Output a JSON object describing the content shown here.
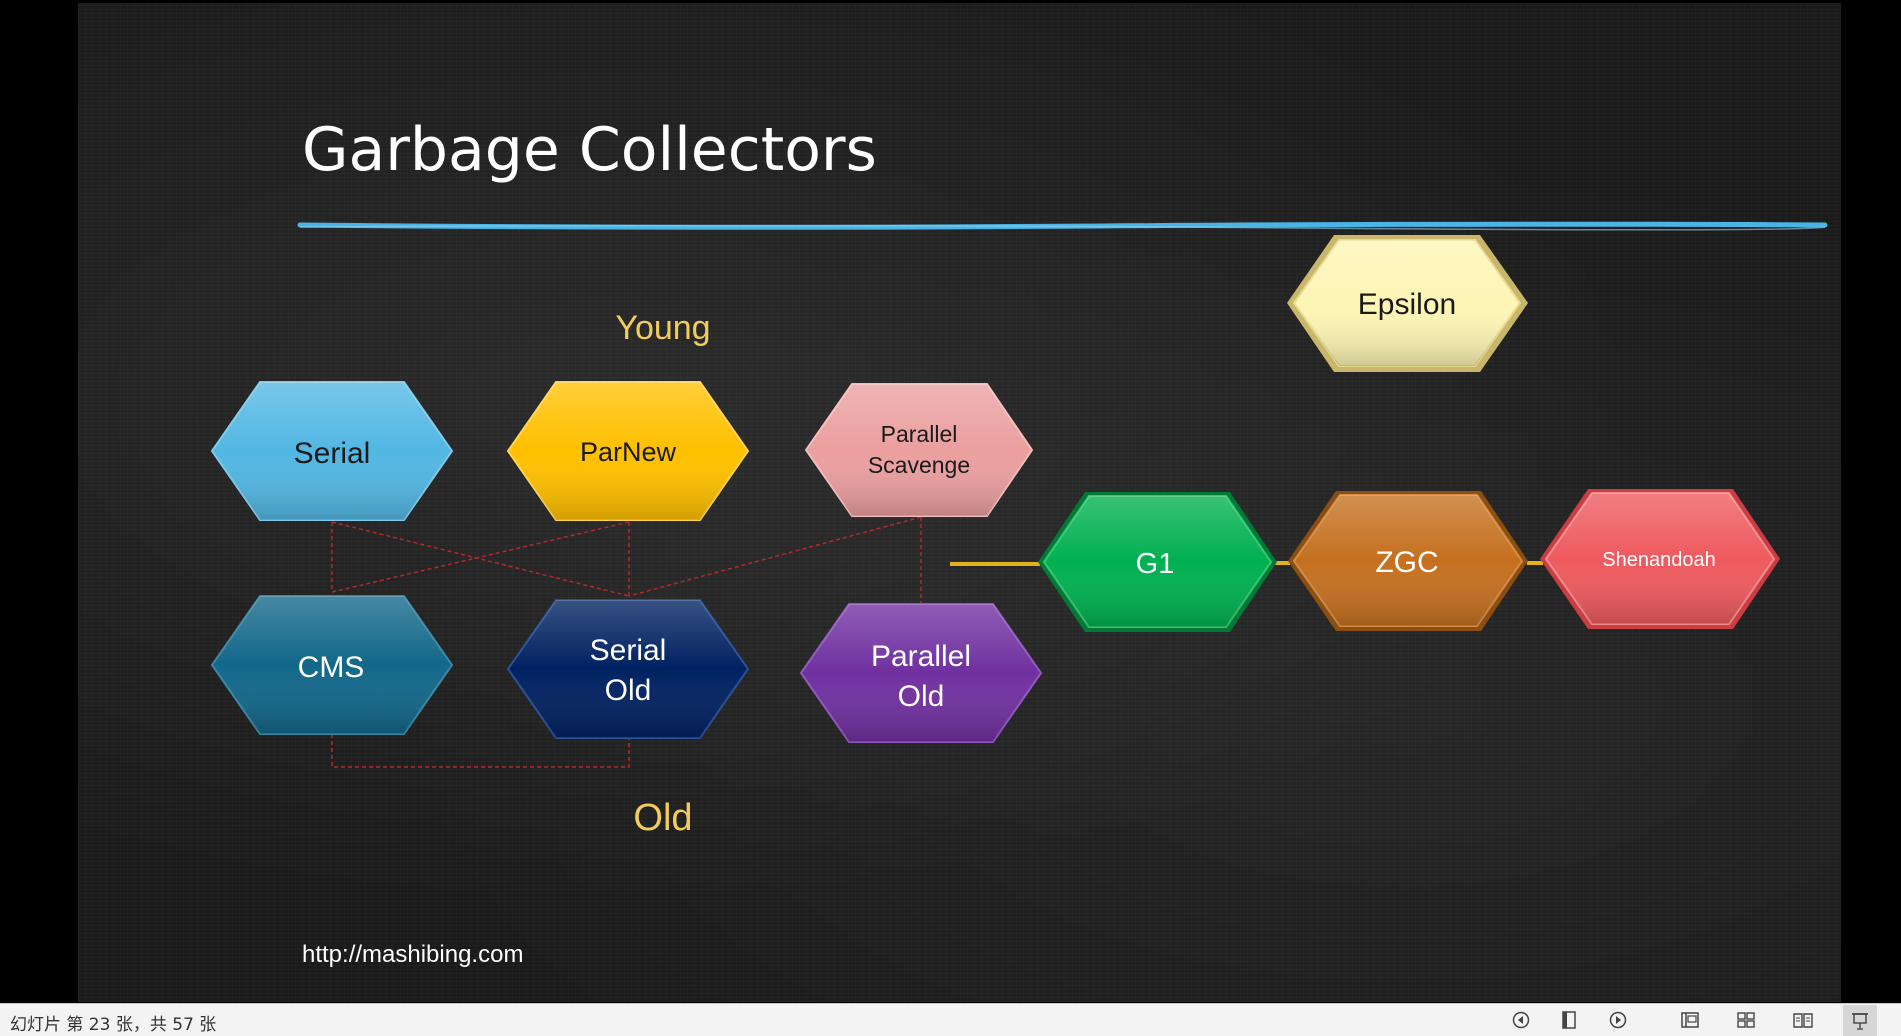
{
  "slide": {
    "title": "Garbage Collectors",
    "footer_url": "http://mashibing.com",
    "labels": {
      "young": "Young",
      "old": "Old"
    },
    "nodes": {
      "serial": {
        "lines": [
          "Serial"
        ],
        "fill": "#52b7e3"
      },
      "parnew": {
        "lines": [
          "ParNew"
        ],
        "fill": "#ffc000"
      },
      "parallel_scavenge": {
        "lines": [
          "Parallel",
          "Scavenge"
        ],
        "fill": "#eb9f9f"
      },
      "cms": {
        "lines": [
          "CMS"
        ],
        "fill": "#12678a"
      },
      "serial_old": {
        "lines": [
          "Serial",
          "Old"
        ],
        "fill": "#002161"
      },
      "parallel_old": {
        "lines": [
          "Parallel",
          "Old"
        ],
        "fill": "#7030a0"
      },
      "epsilon": {
        "lines": [
          "Epsilon"
        ],
        "fill": "#fdf5b5"
      },
      "g1": {
        "lines": [
          "G1"
        ],
        "fill": "#00b050"
      },
      "zgc": {
        "lines": [
          "ZGC"
        ],
        "fill": "#c5701f"
      },
      "shenandoah": {
        "lines": [
          "Shenandoah"
        ],
        "fill": "#ee5a5e"
      }
    },
    "colors": {
      "title_text": "#ffffff",
      "underline": "#4ab4e6",
      "label_text": "#f2cc5c",
      "connector_red": "#b02a2a",
      "connector_gold": "#e2b320"
    }
  },
  "statusbar": {
    "slide_counter": "幻灯片 第 23 张，共 57 张",
    "buttons": [
      {
        "name": "previous-slide",
        "icon": "left-circle-arrow-icon"
      },
      {
        "name": "menu",
        "icon": "notes-page-icon"
      },
      {
        "name": "next-slide",
        "icon": "right-circle-arrow-icon"
      },
      {
        "name": "normal-view",
        "icon": "normal-view-icon"
      },
      {
        "name": "slide-sorter",
        "icon": "slide-sorter-icon"
      },
      {
        "name": "reading-view",
        "icon": "reading-view-icon"
      },
      {
        "name": "slide-show",
        "icon": "slide-show-icon"
      }
    ]
  }
}
